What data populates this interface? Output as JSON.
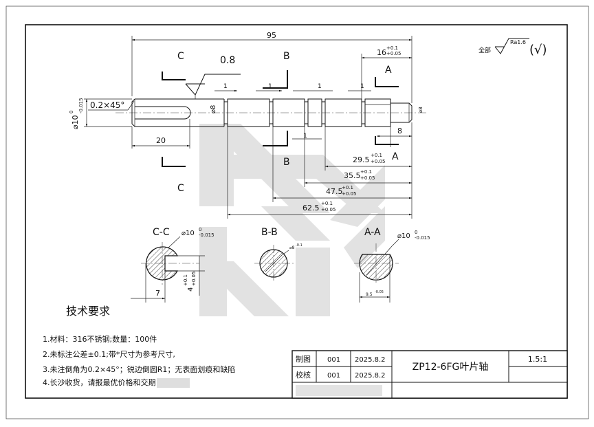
{
  "roughness": {
    "prefix": "全部",
    "value": "Ra1.6",
    "symbol": "(√)"
  },
  "dimensions": {
    "overall_length": "95",
    "chamfer": "0.2×45°",
    "left_diameter": "⌀10",
    "left_diameter_upper": "0",
    "left_diameter_lower": "-0.015",
    "flat_length": "20",
    "groove_diameter": "⌀8",
    "groove_width_1": "1",
    "groove_width_2": "1",
    "groove_width_3": "1",
    "groove_width_4": "1",
    "groove_width_5": "1",
    "right_step": "16",
    "right_step_upper": "+0.1",
    "right_step_lower": "+0.05",
    "right_end": "8",
    "right_end_dia": "⌀8",
    "dim_29": "29.5",
    "dim_29_upper": "+0.1",
    "dim_29_lower": "+0.05",
    "dim_35": "35.5",
    "dim_35_upper": "+0.1",
    "dim_35_lower": "+0.05",
    "dim_47": "47.5",
    "dim_47_upper": "+0.1",
    "dim_47_lower": "+0.05",
    "dim_62": "62.5",
    "dim_62_upper": "+0.1",
    "dim_62_lower": "+0.05",
    "surface_callout": "0.8"
  },
  "section_marks": {
    "c": "C",
    "b": "B",
    "a": "A"
  },
  "sections": {
    "cc": {
      "label": "C-C",
      "dia": "⌀10",
      "dia_upper": "0",
      "dia_lower": "-0.015",
      "width": "7",
      "slot": "4",
      "slot_upper": "+0.1",
      "slot_lower": "+0.05"
    },
    "bb": {
      "label": "B-B",
      "dia": "⌀8",
      "dia_tol": "-0.1"
    },
    "aa": {
      "label": "A-A",
      "dia": "⌀10",
      "dia_upper": "0",
      "dia_lower": "-0.015",
      "dia_bottom": "9.5",
      "dia_bottom_tol": "-0.05"
    }
  },
  "requirements": {
    "title": "技术要求",
    "items": [
      "1.材料：316不锈钢;数量：100件",
      "2.未标注公差±0.1;带*尺寸为参考尺寸,",
      "3.未注倒角为0.2×45°；锐边倒圆R1；无表面划痕和缺陷",
      "4.长沙收货，请报最优价格和交期："
    ]
  },
  "title_block": {
    "row1_label": "制图",
    "row1_num": "001",
    "row1_date": "2025.8.2",
    "row2_label": "校核",
    "row2_num": "001",
    "row2_date": "2025.8.2",
    "row3_label": "",
    "part_name": "ZP12-6FG叶片轴",
    "scale": "1.5:1"
  }
}
